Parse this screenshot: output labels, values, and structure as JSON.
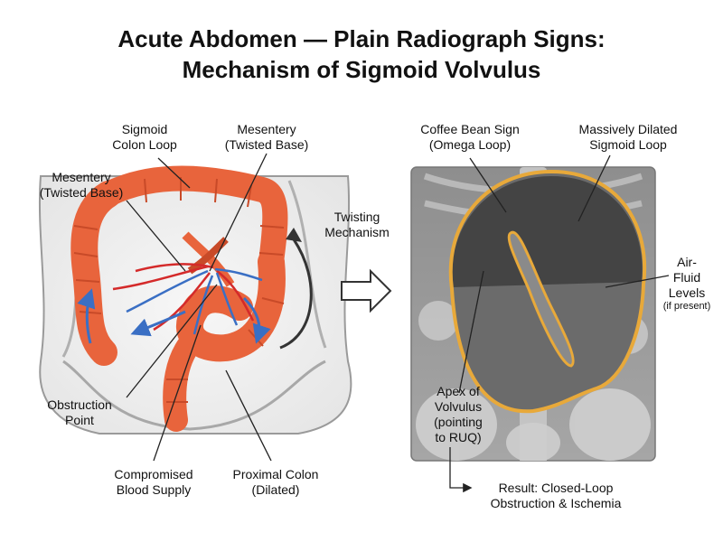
{
  "title": {
    "line1": "Acute Abdomen — Plain Radiograph Signs:",
    "line2": "Mechanism of Sigmoid Volvulus"
  },
  "left_panel": {
    "labels": {
      "sigmoid_loop": [
        "Sigmoid",
        "Colon Loop"
      ],
      "mesentery_top": [
        "Mesentery",
        "(Twisted Base)"
      ],
      "mesentery_left": [
        "Mesentery",
        "(Twisted Base)"
      ],
      "obstruction_point": [
        "Obstruction",
        "Point"
      ],
      "compromised_blood": [
        "Compromised",
        "Blood Supply"
      ],
      "proximal_colon": [
        "Proximal Colon",
        "(Dilated)"
      ]
    }
  },
  "center": {
    "twisting_mechanism": [
      "Twisting",
      "Mechanism"
    ]
  },
  "right_panel": {
    "labels": {
      "coffee_bean": [
        "Coffee Bean Sign",
        "(Omega Loop)"
      ],
      "massively_dilated": [
        "Massively Dilated",
        "Sigmoid Loop"
      ],
      "air_fluid": [
        "Air-",
        "Fluid",
        "Levels"
      ],
      "air_fluid_note": "(if present)",
      "apex": [
        "Apex of",
        "Volvulus",
        "(pointing",
        "to RUQ)"
      ]
    }
  },
  "result": [
    "Result: Closed-Loop",
    "Obstruction & Ischemia"
  ],
  "colors": {
    "colon": "#e8643c",
    "colon_dark": "#c84a28",
    "artery": "#d42a2a",
    "vein": "#3a6fc4",
    "loop_outline": "#e8a93a",
    "xray_bg": "#9a9a9a",
    "gas_dark": "#444444",
    "fluid_gray": "#6b6b6b"
  }
}
